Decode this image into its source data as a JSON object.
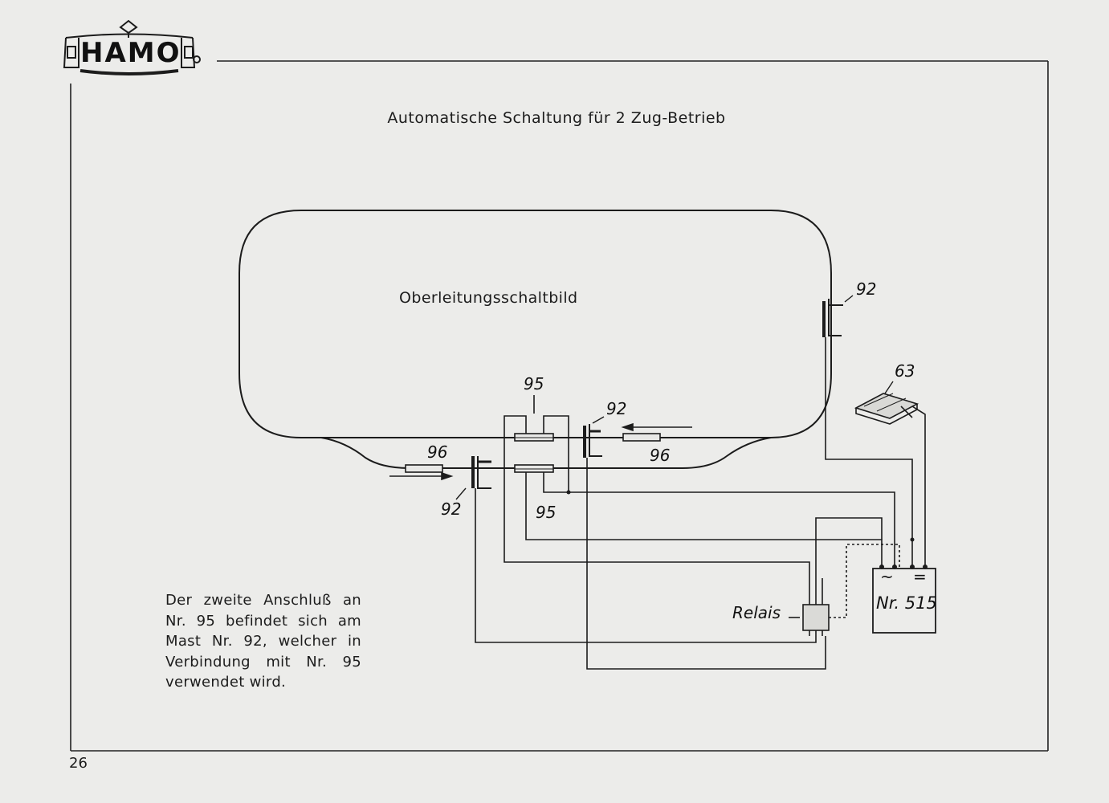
{
  "logo": {
    "brand": "HAMO"
  },
  "title": "Automatische Schaltung für 2 Zug-Betrieb",
  "diagram_label": "Oberleitungsschaltbild",
  "labels": {
    "mast_right": "92",
    "rail_63": "63",
    "rail_95_top": "95",
    "mast_center": "92",
    "contact_96_left": "96",
    "contact_96_right": "96",
    "mast_left": "92",
    "rail_95_bottom": "95",
    "relay": "Relais",
    "transformer_ac": "~",
    "transformer_dc": "=",
    "transformer": "Nr. 515"
  },
  "note": "Der zweite Anschluß an Nr. 95 befindet sich am Mast Nr. 92, welcher in Verbindung mit Nr. 95 verwendet wird.",
  "page_number": "26"
}
